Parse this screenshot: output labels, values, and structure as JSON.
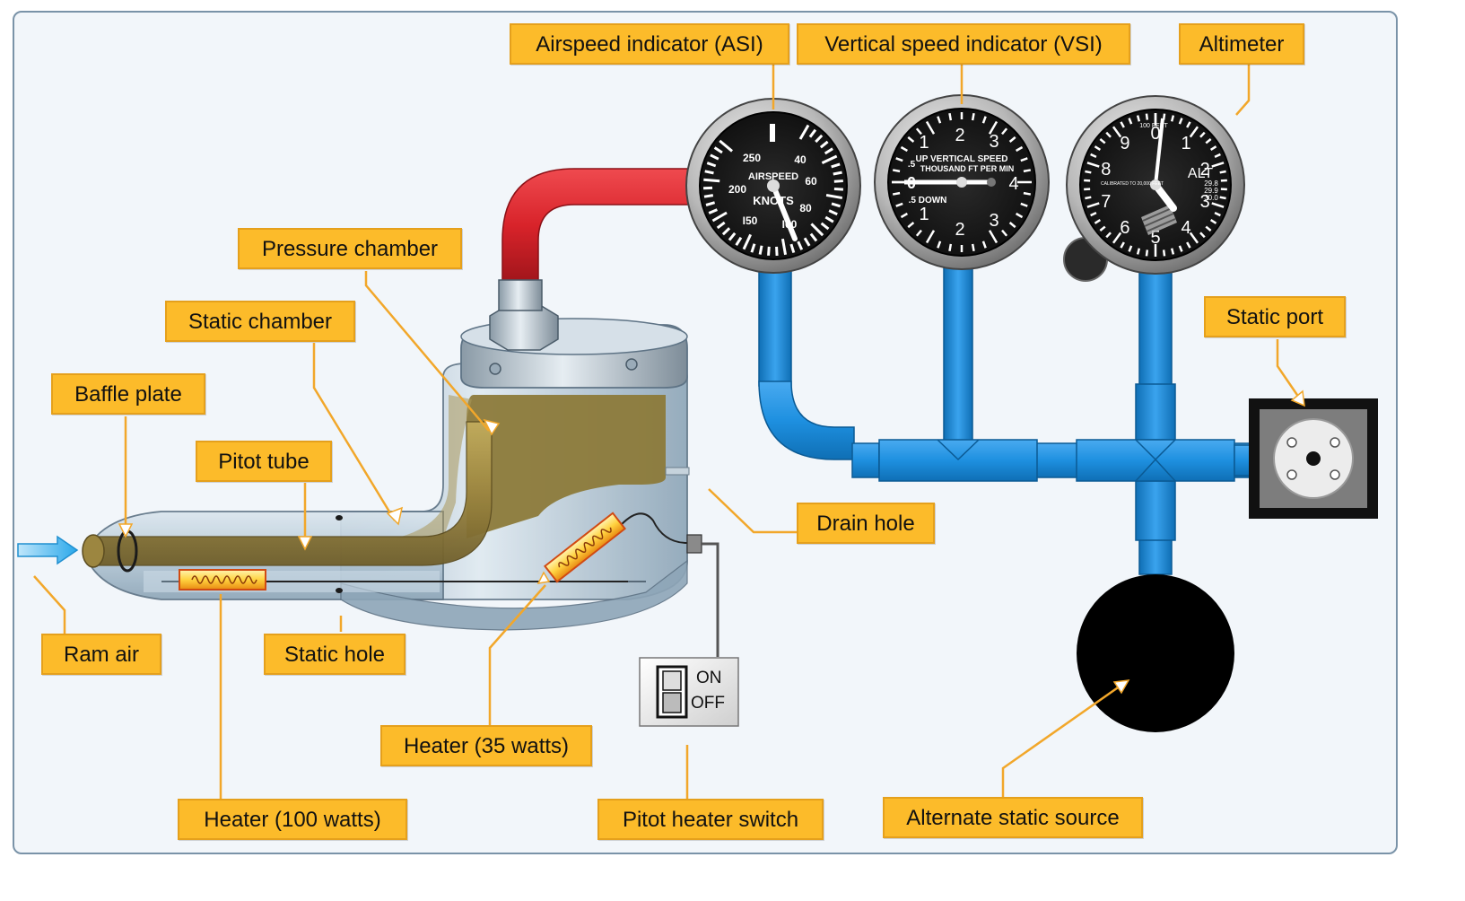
{
  "labels": {
    "airspeed_indicator": "Airspeed indicator (ASI)",
    "vertical_speed_indicator": "Vertical speed indicator (VSI)",
    "altimeter": "Altimeter",
    "pressure_chamber": "Pressure chamber",
    "static_chamber": "Static chamber",
    "baffle_plate": "Baffle plate",
    "pitot_tube": "Pitot tube",
    "static_port": "Static port",
    "drain_hole": "Drain hole",
    "ram_air": "Ram air",
    "static_hole": "Static hole",
    "heater_35": "Heater (35 watts)",
    "heater_100": "Heater (100 watts)",
    "pitot_heater_switch": "Pitot heater switch",
    "alternate_static_source": "Alternate static source"
  },
  "switch": {
    "on": "ON",
    "off": "OFF"
  },
  "asi": {
    "title_top": "AIRSPEED",
    "title_bottom": "KNOTS",
    "scale": [
      "250",
      "200",
      "I50",
      "I00",
      "80",
      "60",
      "40"
    ]
  },
  "vsi": {
    "title_1": "UP  VERTICAL SPEED",
    "title_2": "THOUSAND FT PER MIN",
    "down": ".5 DOWN",
    "up_mark": ".5",
    "zero": "0",
    "numbers_top": [
      "1",
      "2",
      "3"
    ],
    "numbers_bottom": [
      "1",
      "2",
      "3"
    ],
    "four": "4"
  },
  "altimeter_face": {
    "alt": "ALT",
    "feet": "100 FEET",
    "cal": "CALIBRATED TO 20,000 FEET",
    "kollsman": [
      "29.8",
      "29.9",
      "30.0"
    ],
    "numbers": [
      "0",
      "1",
      "2",
      "3",
      "4",
      "5",
      "6",
      "7",
      "8",
      "9"
    ]
  },
  "colors": {
    "label_fill": "#fcbb2a",
    "pipe_static": "#1e90e0",
    "pipe_pitot": "#d8232a",
    "chamber": "#8c7a3a",
    "housing": "#b8cbd8"
  }
}
